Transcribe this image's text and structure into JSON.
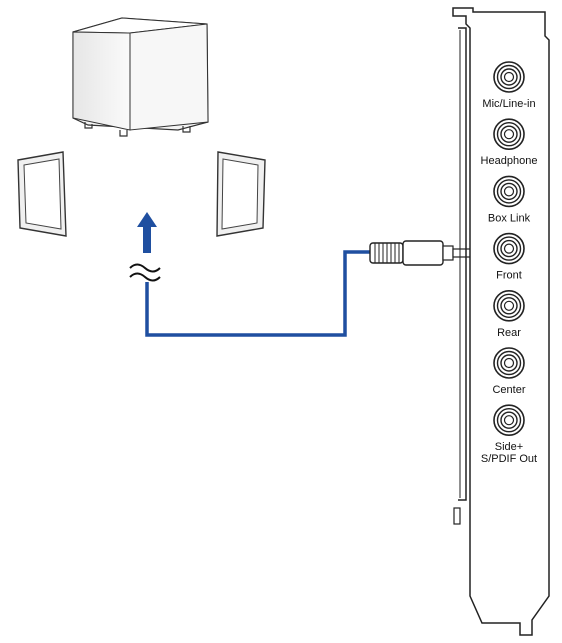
{
  "bracket": {
    "ports": [
      {
        "id": "mic-line-in",
        "label_lines": [
          "Mic/Line-in"
        ]
      },
      {
        "id": "headphone",
        "label_lines": [
          "Headphone"
        ]
      },
      {
        "id": "box-link",
        "label_lines": [
          "Box Link"
        ]
      },
      {
        "id": "front",
        "label_lines": [
          "Front"
        ],
        "connected": true
      },
      {
        "id": "rear",
        "label_lines": [
          "Rear"
        ]
      },
      {
        "id": "center",
        "label_lines": [
          "Center"
        ]
      },
      {
        "id": "side-spdif-out",
        "label_lines": [
          "Side+",
          "S/PDIF Out"
        ]
      }
    ]
  },
  "speakers": [
    "subwoofer",
    "left-speaker",
    "right-speaker"
  ],
  "icons": [
    "up-arrow-icon",
    "wavy-break-icon",
    "connector-arrow-icon"
  ],
  "colors": {
    "cable": "#1f4fa0",
    "line": "#222222",
    "speaker_fill": "#f2f2f2"
  }
}
